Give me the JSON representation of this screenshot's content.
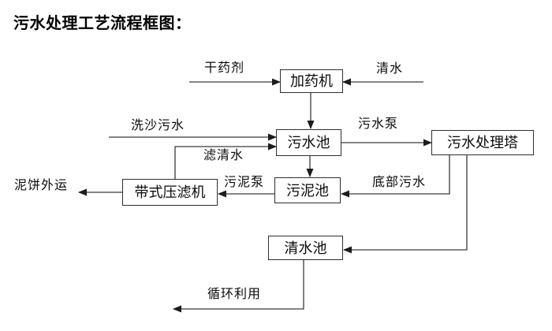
{
  "title": "污水处理工艺流程框图：",
  "diagram": {
    "nodes": {
      "dosing_machine": "加药机",
      "sewage_pool": "污水池",
      "treatment_tower": "污水处理塔",
      "sludge_pool": "污泥池",
      "belt_filter_press": "带式压滤机",
      "clean_water_pool": "清水池"
    },
    "flows": {
      "dry_chemical": "干药剂",
      "clean_water": "清水",
      "sand_washing_sewage": "洗沙污水",
      "sewage_pump": "污水泵",
      "filtered_water": "滤清水",
      "sludge_pump": "污泥泵",
      "mud_cake_out": "泥饼外运",
      "bottom_sewage": "底部污水",
      "recycling": "循环利用"
    },
    "colors": {
      "line": "#3a3a3a",
      "box_border": "#2f2f2f",
      "text": "#000000",
      "background": "#ffffff"
    }
  }
}
